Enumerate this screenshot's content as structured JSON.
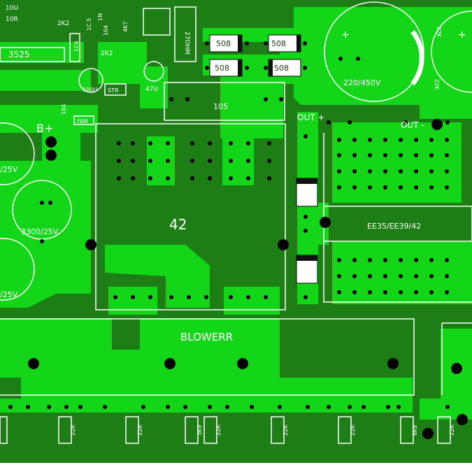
{
  "colors": {
    "board": "#1e7e16",
    "copper": "#13d619",
    "silk": "#ffffff",
    "hole": "#000000",
    "edge": "#ffffff"
  },
  "labels": {
    "r10u": "10U",
    "r10r": "10R",
    "r2k2_top": "2K2",
    "c1c_5": "1C.5",
    "c1n": "1N",
    "c104_a": "104",
    "r4k7": "4K7",
    "r2k2_mid": "2K2",
    "ic3525": "3525",
    "c1c4": "1C4",
    "d508_1": "508",
    "d508_2": "508",
    "d508_3": "508",
    "d508_4": "508",
    "pot_27ohm": "27OHM",
    "c47u": "47U",
    "c100u": "100U",
    "str": "STR",
    "fan": "FAN",
    "c104_b": "104",
    "c105": "105",
    "bplus": "B+",
    "cap_220_450": "220/450V",
    "r22k_a": "22K",
    "r22k_b": "22K",
    "out_plus": "OUT +",
    "out_minus": "OUT -",
    "transformer_left": "42",
    "transformer_right": "EE35/EE39/42",
    "cap_3300_25": "3300/25V",
    "cap_25v_a": "/25V",
    "cap_25v_b": "/25V",
    "heatsink": "BLOWERR",
    "r22r_1": "22R",
    "r22r_2": "22R",
    "r3k9": "3K9",
    "r22r_3": "22R",
    "r22r_4": "22R",
    "r22r_5": "22R",
    "r6k8": "6K8",
    "r22r_6": "22R"
  }
}
